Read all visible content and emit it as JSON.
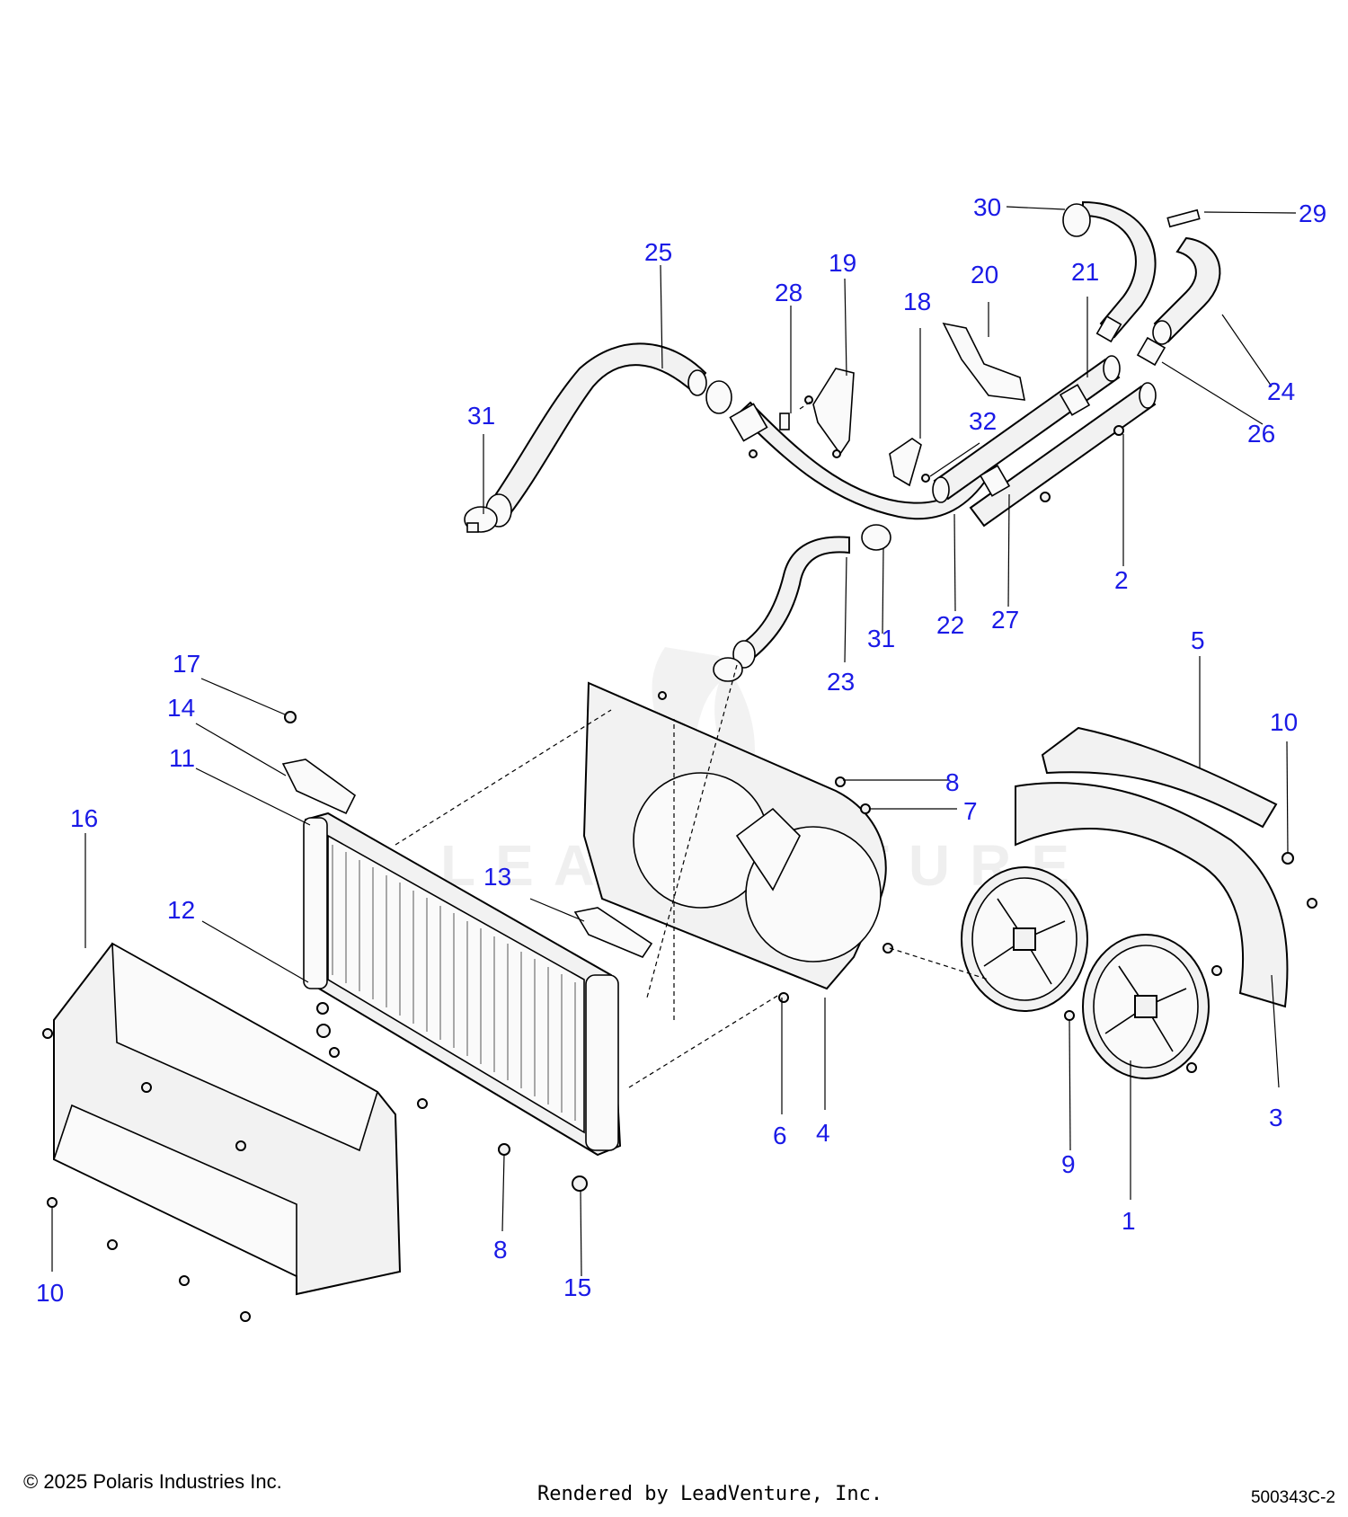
{
  "diagram": {
    "callouts": [
      {
        "id": "c1",
        "label": "1"
      },
      {
        "id": "c2",
        "label": "2"
      },
      {
        "id": "c3",
        "label": "3"
      },
      {
        "id": "c4",
        "label": "4"
      },
      {
        "id": "c5",
        "label": "5"
      },
      {
        "id": "c6",
        "label": "6"
      },
      {
        "id": "c7",
        "label": "7"
      },
      {
        "id": "c8a",
        "label": "8"
      },
      {
        "id": "c8b",
        "label": "8"
      },
      {
        "id": "c9",
        "label": "9"
      },
      {
        "id": "c10a",
        "label": "10"
      },
      {
        "id": "c10b",
        "label": "10"
      },
      {
        "id": "c11",
        "label": "11"
      },
      {
        "id": "c12",
        "label": "12"
      },
      {
        "id": "c13",
        "label": "13"
      },
      {
        "id": "c14",
        "label": "14"
      },
      {
        "id": "c15",
        "label": "15"
      },
      {
        "id": "c16",
        "label": "16"
      },
      {
        "id": "c17",
        "label": "17"
      },
      {
        "id": "c18",
        "label": "18"
      },
      {
        "id": "c19",
        "label": "19"
      },
      {
        "id": "c20",
        "label": "20"
      },
      {
        "id": "c21",
        "label": "21"
      },
      {
        "id": "c22",
        "label": "22"
      },
      {
        "id": "c23",
        "label": "23"
      },
      {
        "id": "c24",
        "label": "24"
      },
      {
        "id": "c25",
        "label": "25"
      },
      {
        "id": "c26",
        "label": "26"
      },
      {
        "id": "c27",
        "label": "27"
      },
      {
        "id": "c28",
        "label": "28"
      },
      {
        "id": "c29",
        "label": "29"
      },
      {
        "id": "c30",
        "label": "30"
      },
      {
        "id": "c31a",
        "label": "31"
      },
      {
        "id": "c31b",
        "label": "31"
      },
      {
        "id": "c32",
        "label": "32"
      }
    ],
    "callout_color": "#1a1ae6",
    "watermark_text": "LEADVENTURE"
  },
  "footer": {
    "copyright": "© 2025 Polaris Industries Inc.",
    "rendered_by": "Rendered by LeadVenture, Inc.",
    "diagram_id": "500343C-2"
  }
}
